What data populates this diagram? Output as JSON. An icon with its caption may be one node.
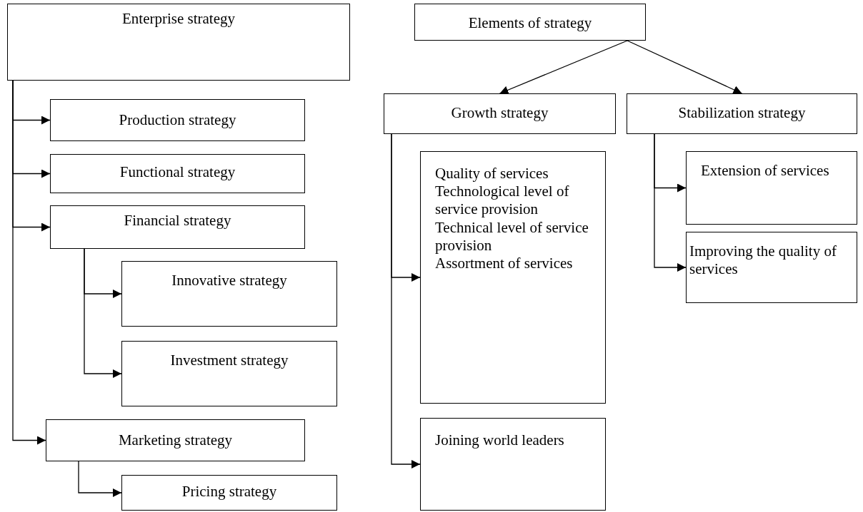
{
  "diagram": {
    "nodes": [
      {
        "text": [
          "Enterprise strategy"
        ]
      },
      {
        "text": [
          "Production strategy"
        ]
      },
      {
        "text": [
          "Functional strategy"
        ]
      },
      {
        "text": [
          "Financial strategy"
        ]
      },
      {
        "text": [
          "Innovative strategy"
        ]
      },
      {
        "text": [
          "Investment strategy"
        ]
      },
      {
        "text": [
          "Marketing strategy"
        ]
      },
      {
        "text": [
          "Pricing strategy"
        ]
      },
      {
        "text": [
          "Elements of strategy"
        ]
      },
      {
        "text": [
          "Growth strategy"
        ]
      },
      {
        "text": [
          "Stabilization strategy"
        ]
      },
      {
        "text": [
          "Quality of services",
          "Technological level of service provision",
          "Technical level of service provision",
          "Assortment of services"
        ]
      },
      {
        "text": [
          "Joining world leaders"
        ]
      },
      {
        "text": [
          "Extension of services"
        ]
      },
      {
        "text": [
          "Improving the quality of services"
        ]
      }
    ],
    "edges": [
      {
        "from": 0,
        "to": 1,
        "arrow": "to"
      },
      {
        "from": 0,
        "to": 2,
        "arrow": "to"
      },
      {
        "from": 0,
        "to": 3,
        "arrow": "to"
      },
      {
        "from": 3,
        "to": 4,
        "arrow": "to"
      },
      {
        "from": 3,
        "to": 5,
        "arrow": "to"
      },
      {
        "from": 0,
        "to": 6,
        "arrow": "to"
      },
      {
        "from": 6,
        "to": 7,
        "arrow": "to"
      },
      {
        "from": 8,
        "to": 9,
        "arrow": "to"
      },
      {
        "from": 8,
        "to": 10,
        "arrow": "to"
      },
      {
        "from": 9,
        "to": 11,
        "arrow": "to"
      },
      {
        "from": 9,
        "to": 12,
        "arrow": "to"
      },
      {
        "from": 10,
        "to": 13,
        "arrow": "to"
      },
      {
        "from": 10,
        "to": 14,
        "arrow": "to"
      }
    ]
  }
}
